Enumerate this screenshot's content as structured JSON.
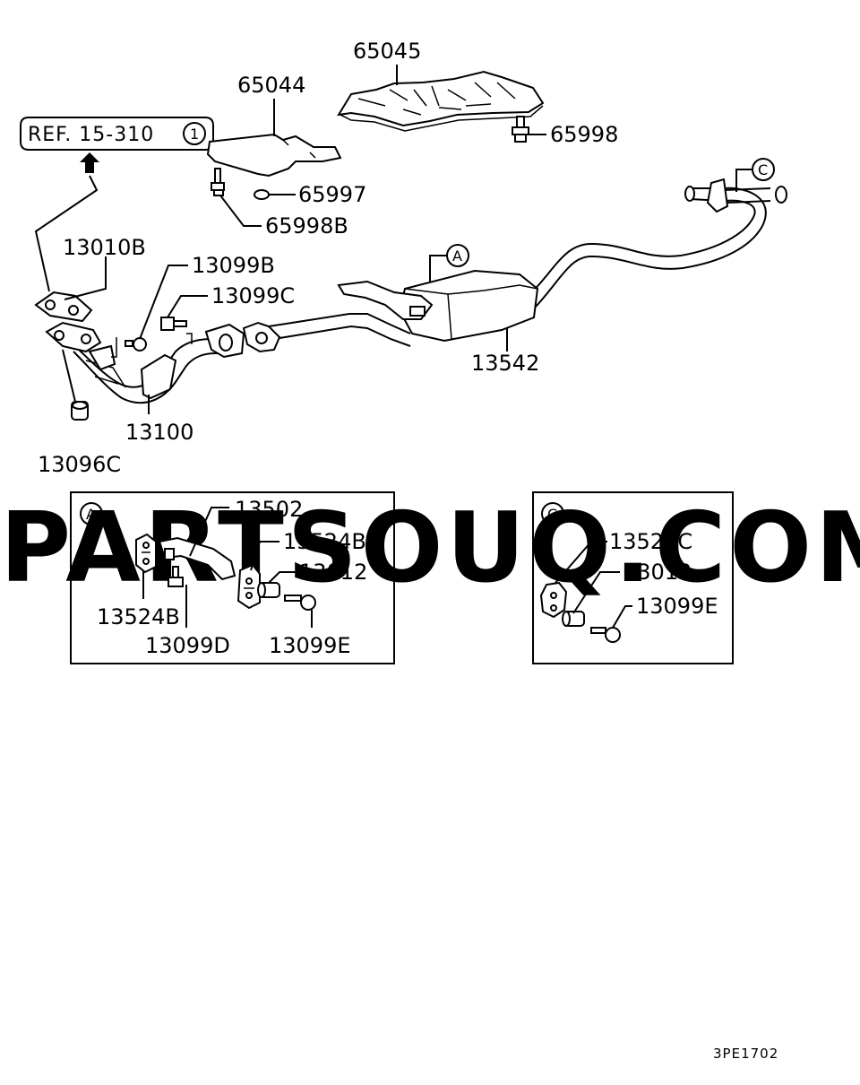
{
  "watermark": "PARTSOUQ.COM",
  "reference": {
    "text": "REF. 15-310",
    "number": "1"
  },
  "diagram_code": "3PE1702",
  "part_labels": {
    "p65045": "65045",
    "p65044": "65044",
    "p65998": "65998",
    "p65997": "65997",
    "p65998b": "65998B",
    "p13010b": "13010B",
    "p13099b": "13099B",
    "p13099c": "13099C",
    "p13542": "13542",
    "p13100": "13100",
    "p13096c": "13096C"
  },
  "callouts": {
    "a": "A",
    "c": "C"
  },
  "detail_a": {
    "letter": "A",
    "labels": {
      "p13502": "13502",
      "p13524b_right": "13524B",
      "p13012": "13012",
      "p13524b_left": "13524B",
      "p13099d": "13099D",
      "p13099e": "13099E"
    }
  },
  "detail_c": {
    "letter": "C",
    "labels": {
      "p13524c": "13524C",
      "p13012": "13012",
      "p13099e": "13099E"
    }
  }
}
